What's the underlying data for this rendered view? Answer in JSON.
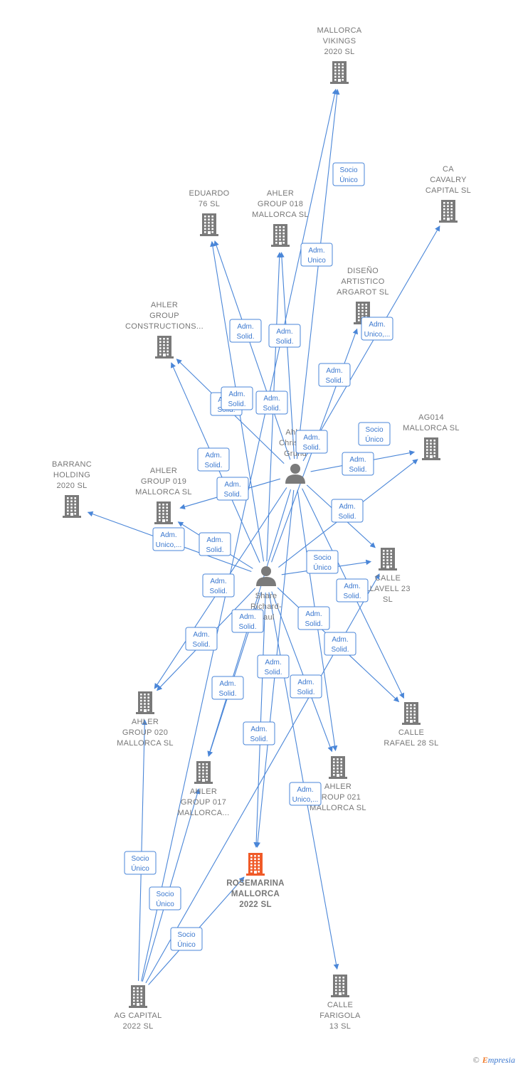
{
  "colors": {
    "edge": "#4a86d8",
    "company": "#7a7a7a",
    "focus_company": "#f05a28",
    "person": "#7a7a7a",
    "label": "#777777"
  },
  "nodes": [
    {
      "id": "mallorca_vikings",
      "kind": "company",
      "icon": "building-icon",
      "label": [
        "MALLORCA",
        "VIKINGS",
        "2020  SL"
      ]
    },
    {
      "id": "ca_cavalry",
      "kind": "company",
      "icon": "building-icon",
      "label": [
        "CA",
        "CAVALRY",
        "CAPITAL  SL"
      ]
    },
    {
      "id": "eduardo76",
      "kind": "company",
      "icon": "building-icon",
      "label": [
        "EDUARDO",
        "76  SL"
      ]
    },
    {
      "id": "ahler018",
      "kind": "company",
      "icon": "building-icon",
      "label": [
        "AHLER",
        "GROUP 018",
        "MALLORCA  SL"
      ]
    },
    {
      "id": "diseno",
      "kind": "company",
      "icon": "building-icon",
      "label": [
        "DISEÑO",
        "ARTISTICO",
        "ARGAROT  SL"
      ]
    },
    {
      "id": "ahler_constr",
      "kind": "company",
      "icon": "building-icon",
      "label": [
        "AHLER",
        "GROUP",
        "CONSTRUCTIONS..."
      ]
    },
    {
      "id": "ag014",
      "kind": "company",
      "icon": "building-icon",
      "label": [
        "AG014",
        "MALLORCA  SL"
      ]
    },
    {
      "id": "barranc",
      "kind": "company",
      "icon": "building-icon",
      "label": [
        "BARRANC",
        "HOLDING",
        "2020  SL"
      ]
    },
    {
      "id": "ahler019",
      "kind": "company",
      "icon": "building-icon",
      "label": [
        "AHLER",
        "GROUP 019",
        "MALLORCA  SL"
      ]
    },
    {
      "id": "calle_llavell",
      "kind": "company",
      "icon": "building-icon",
      "label": [
        "CALLE",
        "LLAVELL 23",
        "SL"
      ]
    },
    {
      "id": "ahler020",
      "kind": "company",
      "icon": "building-icon",
      "label": [
        "AHLER",
        "GROUP 020",
        "MALLORCA  SL"
      ]
    },
    {
      "id": "calle_rafael",
      "kind": "company",
      "icon": "building-icon",
      "label": [
        "CALLE",
        "RAFAEL 28  SL"
      ]
    },
    {
      "id": "ahler017",
      "kind": "company",
      "icon": "building-icon",
      "label": [
        "AHLER",
        "GROUP 017",
        "MALLORCA..."
      ]
    },
    {
      "id": "ahler021",
      "kind": "company",
      "icon": "building-icon",
      "label": [
        "AHLER",
        "GROUP 021",
        "MALLORCA  SL"
      ]
    },
    {
      "id": "rosemarina",
      "kind": "focus",
      "icon": "building-icon",
      "label": [
        "ROSEMARINA",
        "MALLORCA",
        "2022  SL"
      ]
    },
    {
      "id": "ag_capital",
      "kind": "company",
      "icon": "building-icon",
      "label": [
        "AG CAPITAL",
        "2022  SL"
      ]
    },
    {
      "id": "calle_farigola",
      "kind": "company",
      "icon": "building-icon",
      "label": [
        "CALLE",
        "FARIGOLA",
        "13  SL"
      ]
    },
    {
      "id": "ahler_christian",
      "kind": "person",
      "icon": "person-icon",
      "label": [
        "Ahler",
        "Christian",
        "Grund"
      ]
    },
    {
      "id": "share_richard",
      "kind": "person",
      "icon": "person-icon",
      "label": [
        "Share",
        "Richard-",
        "Paul"
      ]
    }
  ],
  "edges": [
    {
      "from": "ahler_christian",
      "to": "mallorca_vikings",
      "label": [
        "Adm.",
        "Unico"
      ]
    },
    {
      "from": "ag_capital",
      "to": "mallorca_vikings",
      "label": [
        "Socio",
        "Único"
      ]
    },
    {
      "from": "ahler_christian",
      "to": "ca_cavalry",
      "label": [
        "Adm.",
        "Unico,..."
      ]
    },
    {
      "from": "ahler_christian",
      "to": "eduardo76",
      "label": [
        "Adm.",
        "Solid."
      ]
    },
    {
      "from": "share_richard",
      "to": "eduardo76",
      "label": [
        "Adm.",
        "Solid."
      ]
    },
    {
      "from": "ahler_christian",
      "to": "ahler018",
      "label": [
        "Adm.",
        "Solid."
      ]
    },
    {
      "from": "share_richard",
      "to": "ahler018",
      "label": [
        "Adm.",
        "Solid."
      ]
    },
    {
      "from": "share_richard",
      "to": "diseno",
      "label": [
        "Adm.",
        "Solid."
      ]
    },
    {
      "from": "ahler_christian",
      "to": "ahler_constr",
      "label": [
        "Adm.",
        "Solid."
      ]
    },
    {
      "from": "share_richard",
      "to": "ahler_constr",
      "label": [
        "Adm.",
        "Solid."
      ]
    },
    {
      "from": "ahler_christian",
      "to": "ag014",
      "label": [
        "Adm.",
        "Solid."
      ]
    },
    {
      "from": "share_richard",
      "to": "ag014",
      "label": [
        "Adm.",
        "Solid."
      ]
    },
    {
      "from": "ahler_christian",
      "to": "ahler019",
      "label": [
        "Adm.",
        "Solid."
      ]
    },
    {
      "from": "share_richard",
      "to": "ahler019",
      "label": [
        "Adm.",
        "Solid."
      ]
    },
    {
      "from": "share_richard",
      "to": "barranc",
      "label": [
        "Adm.",
        "Unico,..."
      ]
    },
    {
      "from": "share_richard",
      "to": "calle_llavell",
      "label": [
        "Socio",
        "Único"
      ]
    },
    {
      "from": "ag_capital",
      "to": "calle_llavell",
      "label": [
        "Socio",
        "Único"
      ]
    },
    {
      "from": "ahler_christian",
      "to": "calle_llavell",
      "label": [
        "Adm.",
        "Solid."
      ]
    },
    {
      "from": "ahler_christian",
      "to": "ahler020",
      "label": [
        "Adm.",
        "Solid."
      ]
    },
    {
      "from": "share_richard",
      "to": "ahler020",
      "label": [
        "Adm.",
        "Solid."
      ]
    },
    {
      "from": "ahler_christian",
      "to": "calle_rafael",
      "label": [
        "Adm.",
        "Solid."
      ]
    },
    {
      "from": "share_richard",
      "to": "calle_rafael",
      "label": [
        "Adm.",
        "Solid."
      ]
    },
    {
      "from": "ahler_christian",
      "to": "ahler017",
      "label": [
        "Adm.",
        "Solid."
      ]
    },
    {
      "from": "share_richard",
      "to": "ahler017",
      "label": [
        "Adm.",
        "Solid."
      ]
    },
    {
      "from": "ahler_christian",
      "to": "ahler021",
      "label": [
        "Adm.",
        "Solid."
      ]
    },
    {
      "from": "share_richard",
      "to": "ahler021",
      "label": [
        "Adm.",
        "Solid."
      ]
    },
    {
      "from": "ahler_christian",
      "to": "rosemarina",
      "label": [
        "Adm.",
        "Solid."
      ]
    },
    {
      "from": "share_richard",
      "to": "rosemarina",
      "label": [
        "Adm.",
        "Solid."
      ]
    },
    {
      "from": "share_richard",
      "to": "calle_farigola",
      "label": [
        "Adm.",
        "Unico,..."
      ]
    },
    {
      "from": "ag_capital",
      "to": "ahler020",
      "label": [
        "Socio",
        "Único"
      ]
    },
    {
      "from": "ag_capital",
      "to": "ahler017",
      "label": [
        "Socio",
        "Único"
      ]
    },
    {
      "from": "ag_capital",
      "to": "rosemarina",
      "label": [
        "Socio",
        "Único"
      ]
    }
  ],
  "footer": {
    "copyright": "©",
    "brand_initial": "E",
    "brand_rest": "mpresia"
  }
}
